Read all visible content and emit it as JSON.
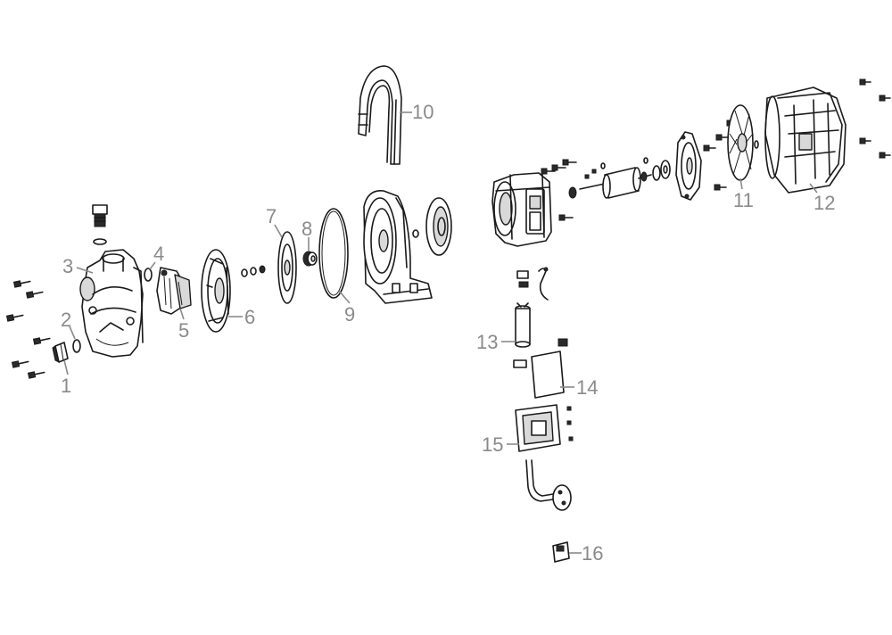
{
  "diagram": {
    "callouts": [
      {
        "id": "1",
        "label": "1"
      },
      {
        "id": "2",
        "label": "2"
      },
      {
        "id": "3",
        "label": "3"
      },
      {
        "id": "4",
        "label": "4"
      },
      {
        "id": "5",
        "label": "5"
      },
      {
        "id": "6",
        "label": "6"
      },
      {
        "id": "7",
        "label": "7"
      },
      {
        "id": "8",
        "label": "8"
      },
      {
        "id": "9",
        "label": "9"
      },
      {
        "id": "10",
        "label": "10"
      },
      {
        "id": "11",
        "label": "11"
      },
      {
        "id": "12",
        "label": "12"
      },
      {
        "id": "13",
        "label": "13"
      },
      {
        "id": "14",
        "label": "14"
      },
      {
        "id": "15",
        "label": "15"
      },
      {
        "id": "16",
        "label": "16"
      }
    ],
    "colors": {
      "line": "#1a1a1a",
      "label": "#8a8a8a",
      "shade": "#d9d9d9",
      "background": "#ffffff"
    }
  }
}
